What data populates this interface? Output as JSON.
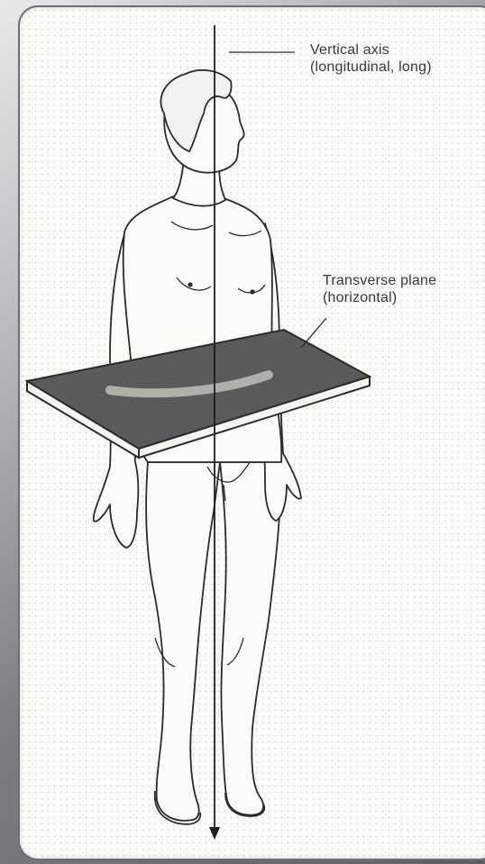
{
  "labels": {
    "vertical_axis": {
      "line1": "Vertical axis",
      "line2": "(longitudinal, long)"
    },
    "transverse_plane": {
      "line1": "Transverse plane",
      "line2": "(horizontal)"
    }
  },
  "colors": {
    "plane_fill": "#5a5a5a",
    "outline": "#2b2b2b",
    "card_background": "#fbfbf7"
  }
}
